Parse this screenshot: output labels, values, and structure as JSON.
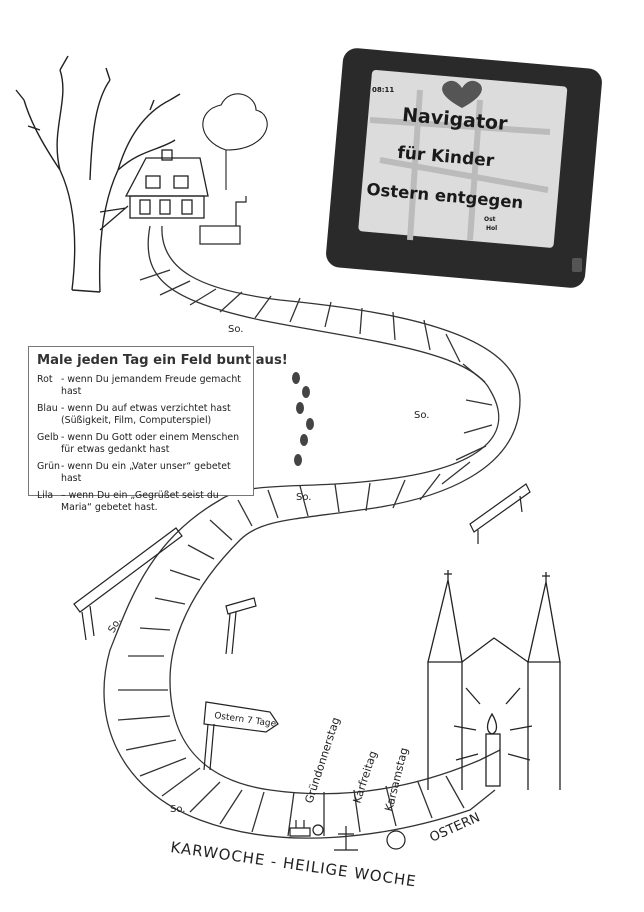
{
  "navigator": {
    "line1": "Navigator",
    "line2": "für Kinder",
    "line3": "Ostern entgegen",
    "clock": "08:11",
    "mini_label": "Ost",
    "mini_label2": "Hol"
  },
  "legend": {
    "title": "Male jeden Tag ein Feld bunt aus!",
    "items": [
      {
        "color": "Rot",
        "text": "- wenn Du jemandem Freude gemacht hast"
      },
      {
        "color": "Blau",
        "text": "- wenn Du auf etwas verzichtet hast (Süßigkeit, Film, Computerspiel)"
      },
      {
        "color": "Gelb",
        "text": "- wenn Du Gott oder einem Menschen für etwas gedankt hast"
      },
      {
        "color": "Grün",
        "text": "- wenn Du ein „Vater unser“ gebetet hast"
      },
      {
        "color": "Lila",
        "text": "– wenn Du ein „Gegrüßet seist du Maria“ gebetet hast."
      }
    ]
  },
  "path": {
    "sundays": [
      "So.",
      "So.",
      "So.",
      "So.",
      "So."
    ],
    "days": [
      "Gründonnerstag",
      "Karfreitag",
      "Karsamstag"
    ],
    "easter": "OSTERN",
    "bottom_caption": "KARWOCHE - HEILIGE WOCHE",
    "signpost": "Ostern 7 Tage"
  }
}
